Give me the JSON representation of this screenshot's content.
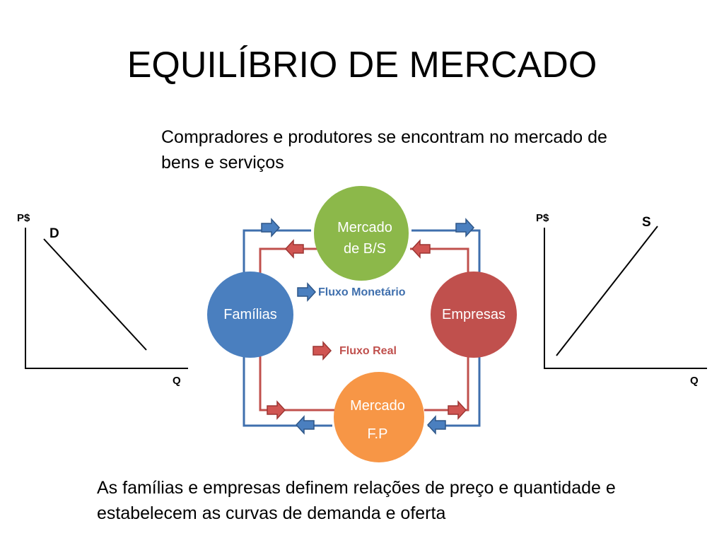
{
  "title": "EQUILÍBRIO DE MERCADO",
  "subtitle": "Compradores e produtores se encontram no mercado de bens e serviços",
  "footer": "As famílias e empresas definem relações de preço e quantidade e estabelecem as curvas de demanda e oferta",
  "demand_graph": {
    "y_label": "P$",
    "x_label": "Q",
    "curve_label": "D"
  },
  "supply_graph": {
    "y_label": "P$",
    "x_label": "Q",
    "curve_label": "S"
  },
  "nodes": {
    "market_goods": {
      "line1": "Mercado",
      "line2": "de B/S",
      "color": "#8cb84a"
    },
    "families": {
      "label": "Famílias",
      "color": "#4a7fbf"
    },
    "firms": {
      "label": "Empresas",
      "color": "#c0504d"
    },
    "market_factors": {
      "line1": "Mercado",
      "line2": "F.P",
      "color": "#f79646"
    }
  },
  "legend": {
    "monetary": {
      "label": "Fluxo Monetário",
      "color": "#3f6fad"
    },
    "real": {
      "label": "Fluxo Real",
      "color": "#c0504d"
    }
  },
  "colors": {
    "blue_flow": "#3f6fad",
    "red_flow": "#c0504d",
    "arrow_blue": "#4a7fbf",
    "arrow_red": "#d05552"
  }
}
